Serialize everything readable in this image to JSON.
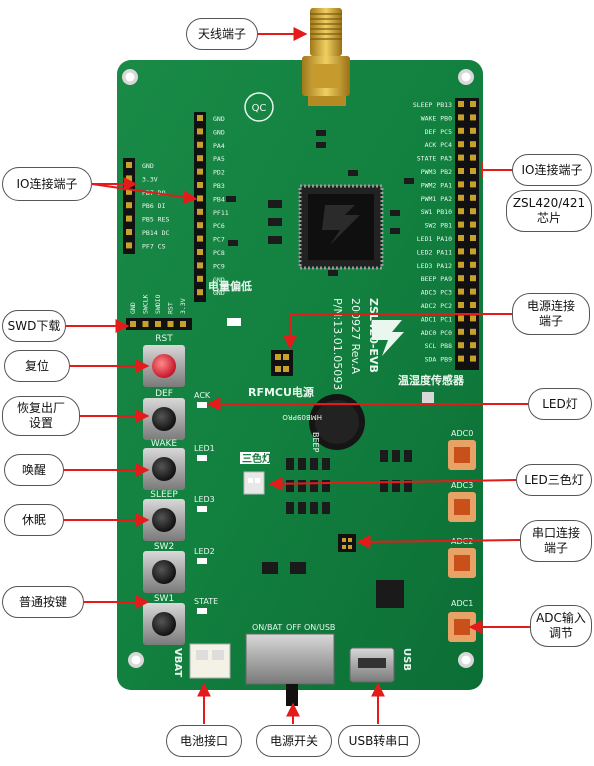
{
  "callouts": {
    "antenna": "天线端子",
    "io_left": "IO连接端子",
    "swd": "SWD下载",
    "reset": "复位",
    "factory": "恢复出厂\n设置",
    "wake": "唤醒",
    "sleep": "休眠",
    "normal_key": "普通按键",
    "battery": "电池接口",
    "power_switch": "电源开关",
    "usb_serial": "USB转串口",
    "io_right": "IO连接端子",
    "chip": "ZSL420/421\n芯片",
    "power_conn": "电源连接\n端子",
    "led": "LED灯",
    "rgb_led": "LED三色灯",
    "uart_conn": "串口连接\n端子",
    "adc_adjust": "ADC输入\n调节"
  },
  "board": {
    "model": "ZSL420-EVB",
    "rev": "200927 Rev.A",
    "pn": "P/N:13.01.05093",
    "current": "电量偏低",
    "rfmcu": "RFMCU电源",
    "sensor": "温湿度传感器",
    "rgb": "三色灯",
    "beep": "BEEP",
    "qc": "QC",
    "onbat": "ON/BAT",
    "off": "OFF",
    "onusb": "ON/USB",
    "vbat": "VBAT",
    "usb": "USB",
    "rst": "RST",
    "def": "DEF",
    "wake": "WAKE",
    "sleep": "SLEEP",
    "sw2": "SW2",
    "sw1": "SW1",
    "ack": "ACK",
    "led1": "LED1",
    "led3": "LED3",
    "led2": "LED2",
    "state": "STATE",
    "buzzer": "HMB09PRO",
    "adc0": "ADC0",
    "adc1": "ADC1",
    "adc2": "ADC2",
    "adc3": "ADC3"
  },
  "header_left": [
    "GND",
    "3.3V",
    "PB7 DO",
    "PB6 DI",
    "PB5 RES",
    "PB14 DC",
    "PF7 CS"
  ],
  "header_mid": [
    "GND",
    "GND",
    "PA4",
    "PA5",
    "PD2",
    "PB3",
    "PB4",
    "PF11",
    "PC6",
    "PC7",
    "PC8",
    "PC9",
    "GND",
    "GND"
  ],
  "header_right": [
    "SLEEP PB13",
    "WAKE PB0",
    "DEF PC5",
    "ACK PC4",
    "STATE PA3",
    "PWM3 PB2",
    "PWM2 PA1",
    "PWM1 PA2",
    "SW1 PB10",
    "SW2 PB1",
    "LED1 PA10",
    "LED2 PA11",
    "LED3 PA12",
    "BEEP PA9",
    "ADC3 PC3",
    "ADC2 PC2",
    "ADC1 PC1",
    "ADC0 PC0",
    "SCL PB8",
    "SDA PB9"
  ],
  "swd_pins": [
    "GND",
    "SWCLK",
    "SWDIO",
    "RST",
    "3.3V"
  ]
}
